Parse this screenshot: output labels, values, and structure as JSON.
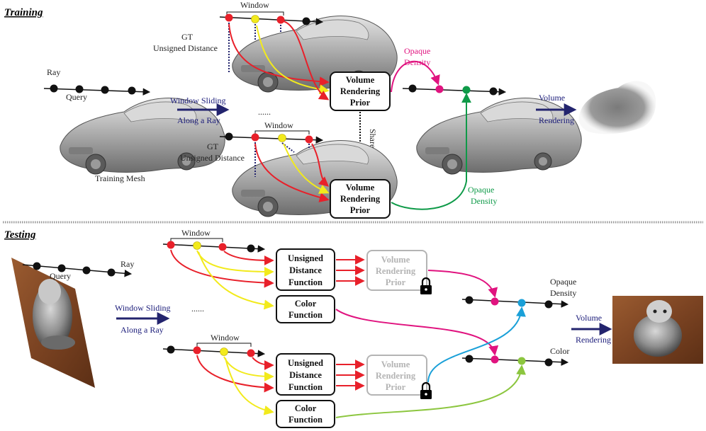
{
  "sections": {
    "training": "Training",
    "testing": "Testing"
  },
  "training": {
    "ray": "Ray",
    "query": "Query",
    "window_top": "Window",
    "window_mid": "Window",
    "gt_line1_top": "GT",
    "gt_line2_top": "Unsigned Distance",
    "gt_line1_mid": "GT",
    "gt_line2_mid": "Unsigned Distance",
    "sliding_line1": "Window Sliding",
    "sliding_line2": "Along a Ray",
    "ellipsis": "......",
    "training_mesh": "Training Mesh",
    "shared": "Shared",
    "vrp_top": [
      "Volume",
      "Rendering",
      "Prior"
    ],
    "vrp_bottom": [
      "Volume",
      "Rendering",
      "Prior"
    ],
    "opaque_top": [
      "Opaque",
      "Density"
    ],
    "opaque_bottom": [
      "Opaque",
      "Density"
    ],
    "volume_rendering": [
      "Volume",
      "Rendering"
    ]
  },
  "testing": {
    "ray": "Ray",
    "query": "Query",
    "window_top": "Window",
    "window_bottom": "Window",
    "sliding_line1": "Window Sliding",
    "sliding_line2": "Along a Ray",
    "ellipsis": "......",
    "udf_top": [
      "Unsigned",
      "Distance",
      "Function"
    ],
    "udf_bottom": [
      "Unsigned",
      "Distance",
      "Function"
    ],
    "vrp_top": [
      "Volume",
      "Rendering",
      "Prior"
    ],
    "vrp_bottom": [
      "Volume",
      "Rendering",
      "Prior"
    ],
    "color_top": [
      "Color",
      "Function"
    ],
    "color_bottom": [
      "Color",
      "Function"
    ],
    "opaque_density": [
      "Opaque",
      "Density"
    ],
    "color": "Color",
    "volume_rendering": [
      "Volume",
      "Rendering"
    ]
  },
  "colors": {
    "red": "#e8202a",
    "yellow": "#f2ea1c",
    "magenta": "#e0137f",
    "green": "#0e9a48",
    "cyan": "#1aa0d8",
    "lime": "#8cc63f",
    "navy": "#23246e"
  },
  "icons": [
    "lock-icon",
    "car-mesh-image",
    "car-rendered-image",
    "squirrel-photo",
    "squirrel-rendered-image"
  ]
}
